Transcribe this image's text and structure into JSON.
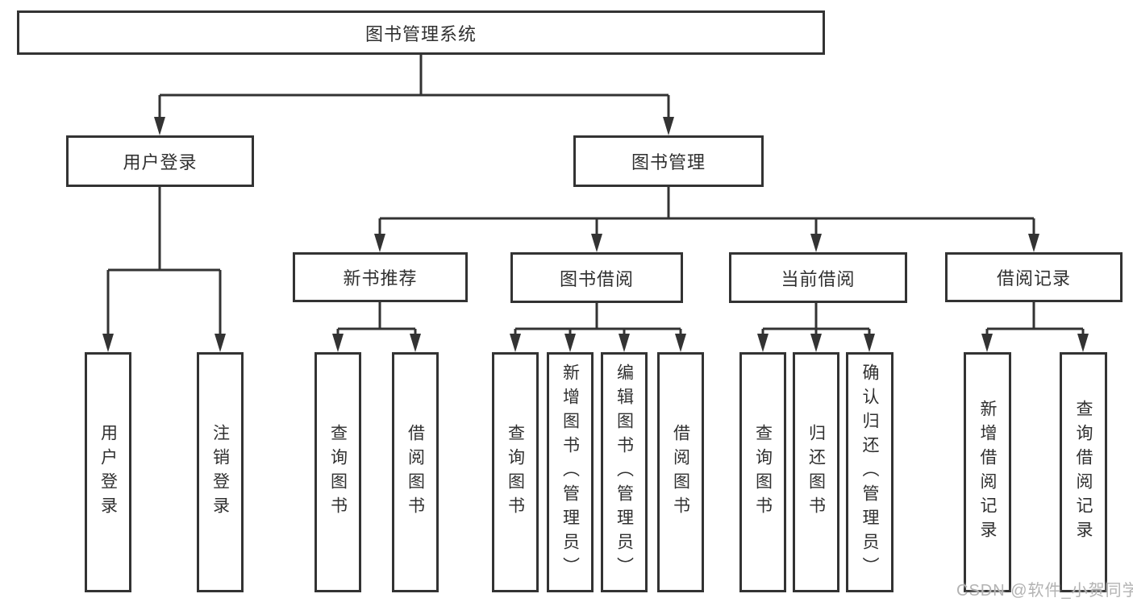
{
  "tree": {
    "label": "图书管理系统",
    "children": [
      {
        "label": "用户登录",
        "children": [
          {
            "label": "用户登录"
          },
          {
            "label": "注销登录"
          }
        ]
      },
      {
        "label": "图书管理",
        "children": [
          {
            "label": "新书推荐",
            "children": [
              {
                "label": "查询图书"
              },
              {
                "label": "借阅图书"
              }
            ]
          },
          {
            "label": "图书借阅",
            "children": [
              {
                "label": "查询图书"
              },
              {
                "label": "新增图书（管理员）"
              },
              {
                "label": "编辑图书（管理员）"
              },
              {
                "label": "借阅图书"
              }
            ]
          },
          {
            "label": "当前借阅",
            "children": [
              {
                "label": "查询图书"
              },
              {
                "label": "归还图书"
              },
              {
                "label": "确认归还（管理员）"
              }
            ]
          },
          {
            "label": "借阅记录",
            "children": [
              {
                "label": "新增借阅记录"
              },
              {
                "label": "查询借阅记录"
              }
            ]
          }
        ]
      }
    ]
  },
  "watermark": {
    "text": "CSDN @软件_小贺同学"
  },
  "colors": {
    "line": "#333333",
    "node_border": "#333333",
    "text": "#303030",
    "watermark": "#b3b3b3",
    "background": "#ffffff"
  }
}
